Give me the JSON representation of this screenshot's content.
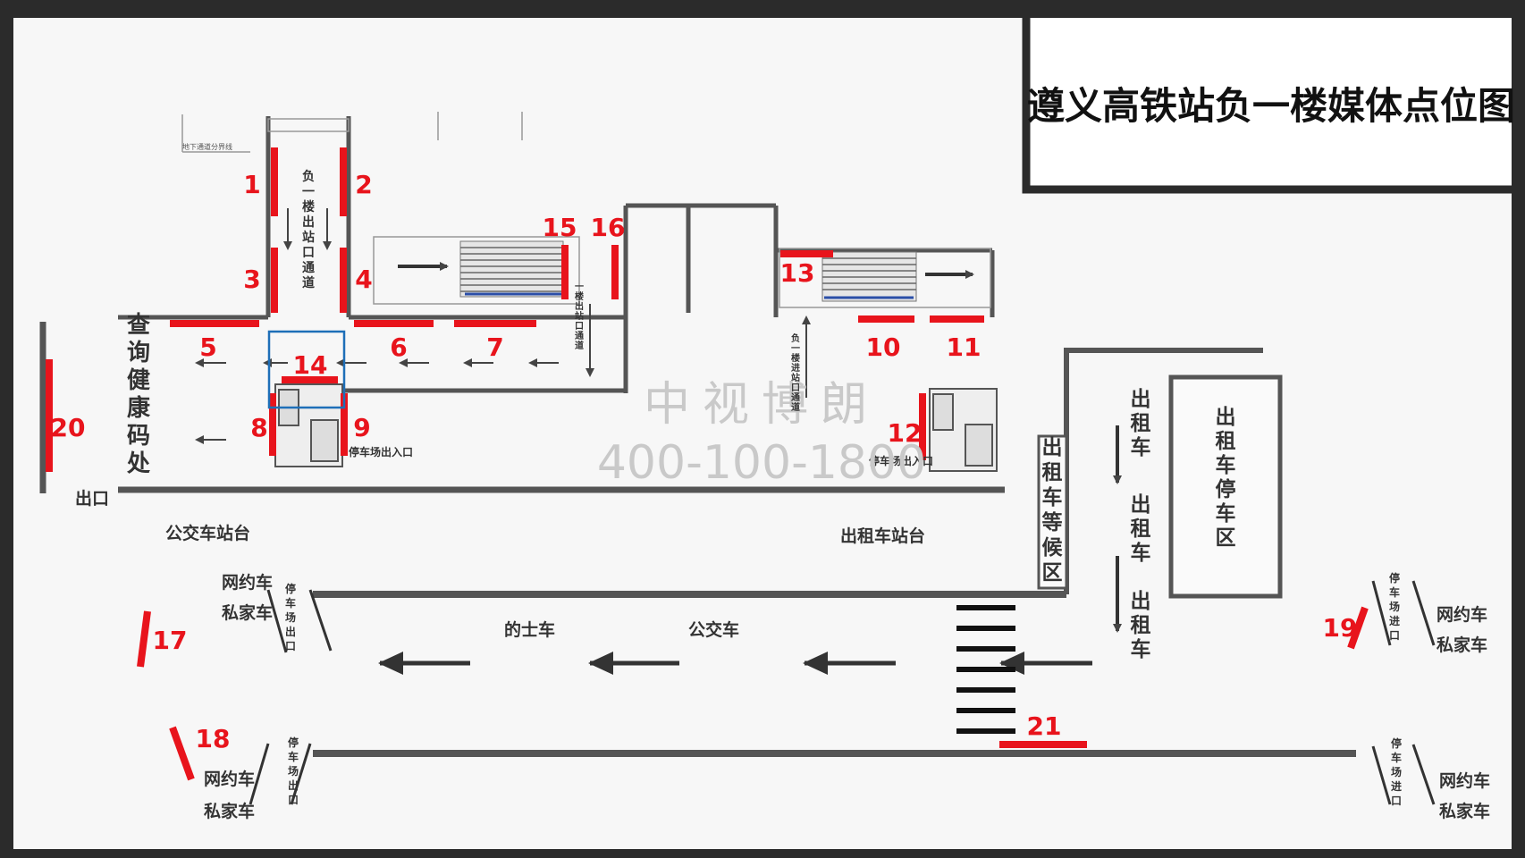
{
  "title": "遵义高铁站负一楼媒体点位图",
  "watermark": {
    "company": "中视博朗",
    "phone": "400-100-1800"
  },
  "colors": {
    "media_red": "#e8141c",
    "wall": "#555555",
    "frame": "#2b2b2b",
    "highlight_box": "#1e6fb8",
    "background": "#f7f7f7"
  },
  "media_points": [
    "1",
    "2",
    "3",
    "4",
    "5",
    "6",
    "7",
    "8",
    "9",
    "10",
    "11",
    "12",
    "13",
    "14",
    "15",
    "16",
    "17",
    "18",
    "19",
    "20",
    "21"
  ],
  "labels": {
    "exit_channel": "负一楼出站口通道",
    "exit_channel_1f": "一楼出站口通道",
    "entrance_channel": "负一楼进站口通道",
    "health_code": "查询健康码处",
    "exit": "出口",
    "bus_platform": "公交车站台",
    "taxi_platform": "出租车站台",
    "taxi_wait": "出租车等候区",
    "taxi_parking": "出租车停车区",
    "taxi": "出租车",
    "ride_hailing": "网约车",
    "private_car": "私家车",
    "parking_exit": "停车场出口",
    "parking_entry": "停车场进口",
    "parking_gate": "停车场出入口",
    "taxi_lane": "的士车",
    "bus_lane": "公交车",
    "small_label": "地下通道分界线"
  }
}
